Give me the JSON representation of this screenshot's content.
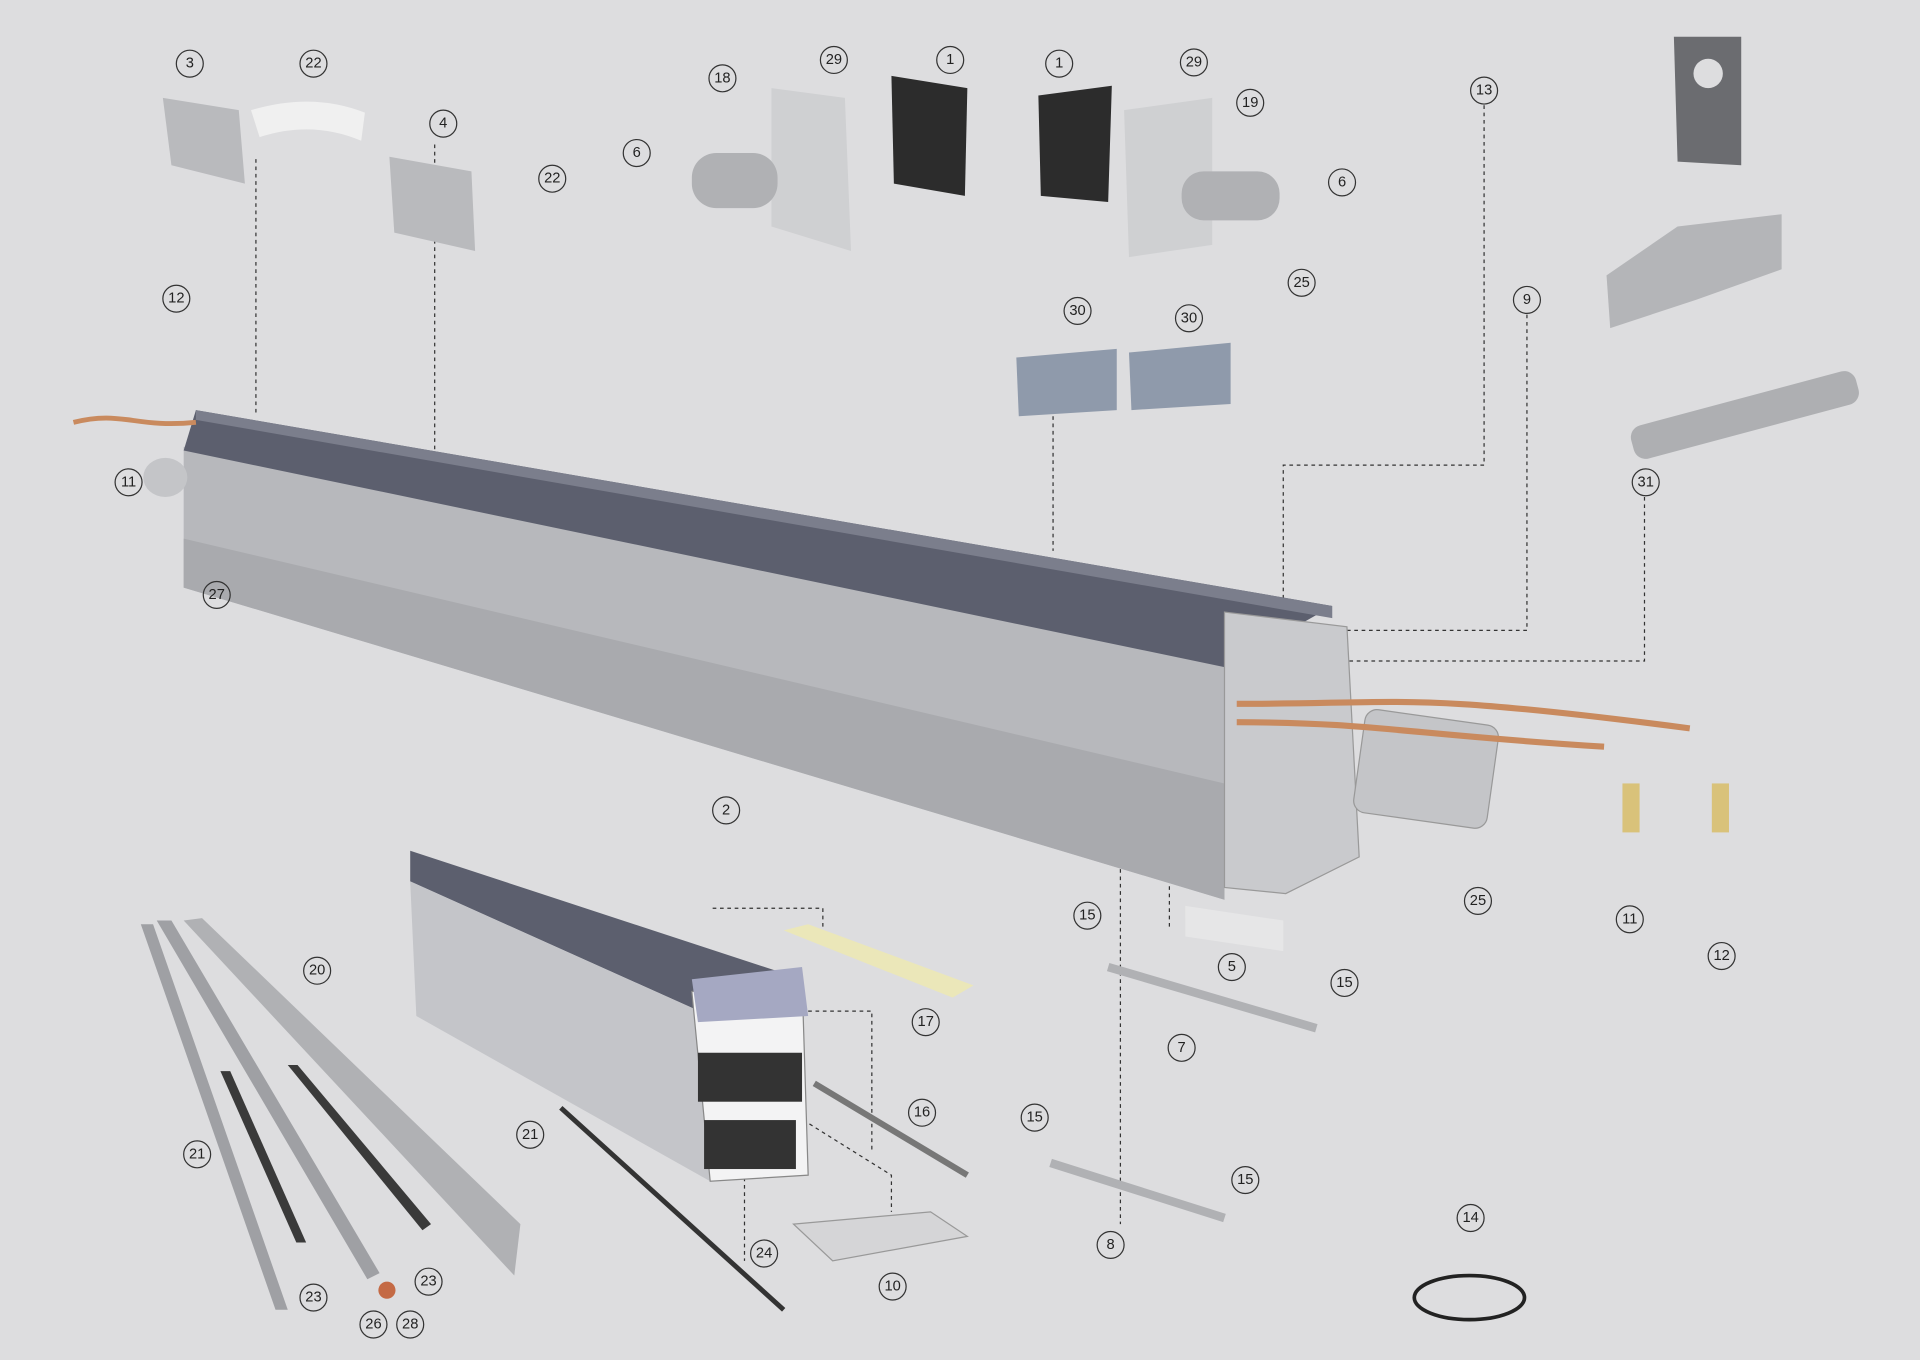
{
  "title": "Exploded parts diagram",
  "colors": {
    "background": "#dddddf",
    "top_segments": "#5c5f6e",
    "body": "#b9babd",
    "copper": "#c98a5e",
    "brass": "#d9c27a"
  },
  "callouts": [
    "3",
    "22",
    "4",
    "22",
    "6",
    "18",
    "29",
    "1",
    "1",
    "29",
    "19",
    "6",
    "25",
    "13",
    "9",
    "30",
    "30",
    "12",
    "11",
    "27",
    "31",
    "2",
    "25",
    "11",
    "12",
    "5",
    "15",
    "7",
    "15",
    "17",
    "20",
    "21",
    "21",
    "16",
    "15",
    "15",
    "8",
    "14",
    "24",
    "10",
    "23",
    "23",
    "26",
    "28"
  ]
}
